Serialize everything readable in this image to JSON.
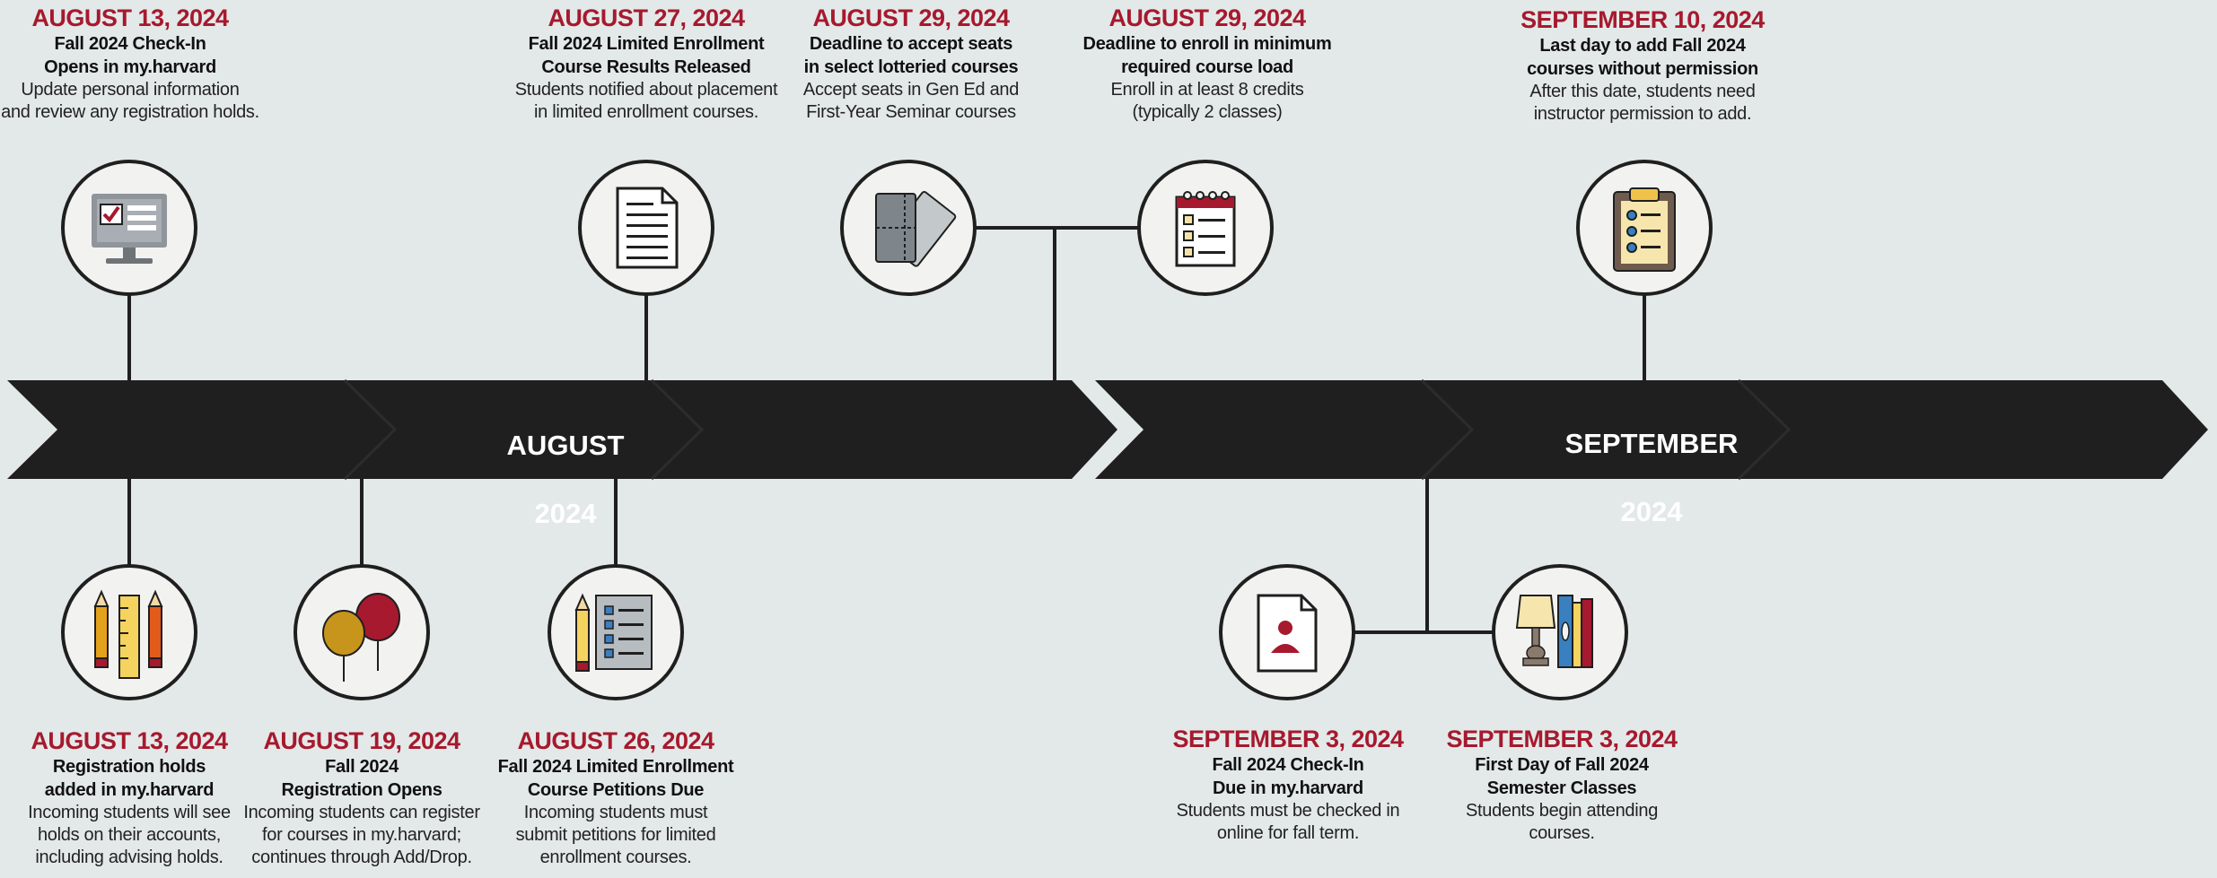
{
  "months": [
    {
      "name": "AUGUST",
      "year": "2024"
    },
    {
      "name": "SEPTEMBER",
      "year": "2024"
    }
  ],
  "events_top": [
    {
      "date": "AUGUST 13, 2024",
      "title": "Fall 2024 Check-In\nOpens in my.harvard",
      "desc": "Update personal information\nand review any registration holds.",
      "icon": "computer-checklist-icon"
    },
    {
      "date": "AUGUST 27, 2024",
      "title": "Fall 2024 Limited Enrollment\nCourse Results Released",
      "desc": "Students notified about placement\nin limited enrollment courses.",
      "icon": "document-icon"
    },
    {
      "date": "AUGUST 29, 2024",
      "title": "Deadline to accept seats\nin select lotteried courses",
      "desc": "Accept seats in Gen Ed and\nFirst-Year Seminar courses",
      "icon": "tickets-icon"
    },
    {
      "date": "AUGUST 29, 2024",
      "title": "Deadline to enroll in minimum\nrequired course load",
      "desc": "Enroll in at least 8 credits\n(typically 2 classes)",
      "icon": "calendar-checklist-icon"
    },
    {
      "date": "SEPTEMBER 10, 2024",
      "title": "Last day to add Fall 2024\ncourses without permission",
      "desc": "After this date, students need\ninstructor permission to add.",
      "icon": "clipboard-icon"
    }
  ],
  "events_bottom": [
    {
      "date": "AUGUST 13, 2024",
      "title": "Registration holds\nadded in my.harvard",
      "desc": "Incoming students will see\nholds on their accounts,\nincluding advising holds.",
      "icon": "pencils-ruler-icon"
    },
    {
      "date": "AUGUST 19, 2024",
      "title": "Fall 2024\nRegistration Opens",
      "desc": "Incoming students can register\nfor courses in my.harvard;\ncontinues through Add/Drop.",
      "icon": "balloons-icon"
    },
    {
      "date": "AUGUST 26, 2024",
      "title": "Fall 2024 Limited Enrollment\nCourse Petitions Due",
      "desc": "Incoming students must\nsubmit petitions for limited\nenrollment courses.",
      "icon": "pencil-list-icon"
    },
    {
      "date": "SEPTEMBER 3, 2024",
      "title": "Fall 2024 Check-In\nDue in my.harvard",
      "desc": "Students must be checked in\nonline for fall term.",
      "icon": "person-document-icon"
    },
    {
      "date": "SEPTEMBER 3, 2024",
      "title": "First Day of Fall 2024\nSemester Classes",
      "desc": "Students begin attending\ncourses.",
      "icon": "lamp-books-icon"
    }
  ],
  "colors": {
    "background": "#e3e9e8",
    "accent": "#a6192e",
    "timeline": "#1f1f1f",
    "circle_fill": "#f2f2f0"
  }
}
